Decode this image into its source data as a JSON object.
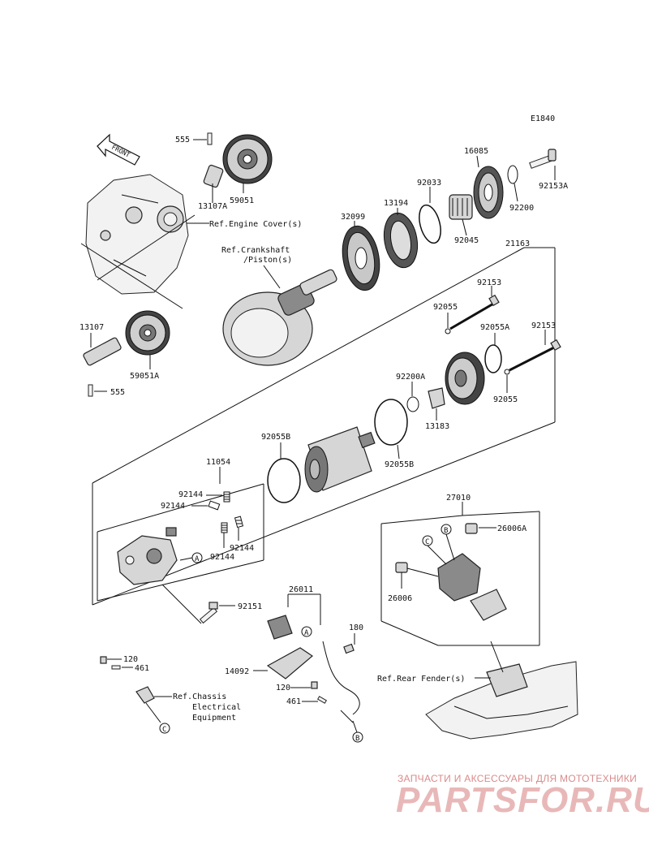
{
  "diagram_code": "E1840",
  "labels": {
    "p555_top": "555",
    "p13107A": "13107A",
    "p59051": "59051",
    "ref_engine_cover": "Ref.Engine Cover(s)",
    "ref_crankshaft_1": "Ref.Crankshaft",
    "ref_crankshaft_2": "/Piston(s)",
    "p13107": "13107",
    "p59051A": "59051A",
    "p555_bottom": "555",
    "p32099": "32099",
    "p13194": "13194",
    "p92033": "92033",
    "p16085": "16085",
    "p92153A": "92153A",
    "p92200": "92200",
    "p92045": "92045",
    "p21163": "21163",
    "p92153_a": "92153",
    "p92055_a": "92055",
    "p92055A": "92055A",
    "p92153_b": "92153",
    "p92200A": "92200A",
    "p92055_b": "92055",
    "p13183": "13183",
    "p92055B_a": "92055B",
    "p92055B_b": "92055B",
    "p11054": "11054",
    "p92144_a": "92144",
    "p92144_b": "92144",
    "p92144_c": "92144",
    "p92144_d": "92144",
    "p92151": "92151",
    "p27010": "27010",
    "p26006A": "26006A",
    "p26006": "26006",
    "p26011": "26011",
    "p180": "180",
    "p120_a": "120",
    "p461_a": "461",
    "p14092": "14092",
    "p120_b": "120",
    "p461_b": "461",
    "ref_chassis_1": "Ref.Chassis",
    "ref_chassis_2": "Electrical",
    "ref_chassis_3": "Equipment",
    "ref_rear_fender": "Ref.Rear Fender(s)",
    "front_arrow": "FRONT"
  },
  "callouts": {
    "A1": "A",
    "A2": "A",
    "B1": "B",
    "B2": "B",
    "C1": "C",
    "C2": "C"
  },
  "watermark": {
    "line1": "ЗАПЧАСТИ И АКСЕССУАРЫ ДЛЯ МОТОТЕХНИКИ",
    "line2": "PARTSFOR.RU"
  }
}
